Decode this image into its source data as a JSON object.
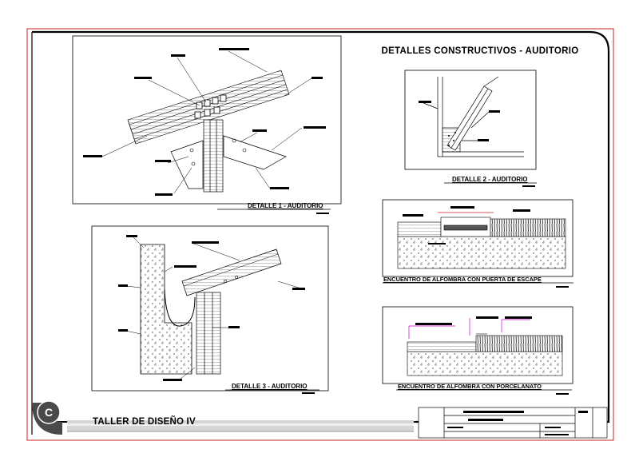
{
  "sheet": {
    "title": "DETALLES CONSTRUCTIVOS - AUDITORIO",
    "footer_title": "TALLER DE DISEÑO IV",
    "logo_letter": "C"
  },
  "details": [
    {
      "label": "DETALLE 1 - AUDITORIO"
    },
    {
      "label": "DETALLE 2 - AUDITORIO"
    },
    {
      "label": "DETALLE 3 - AUDITORIO"
    },
    {
      "label": "ENCUENTRO DE ALFOMBRA CON PUERTA DE ESCAPE"
    },
    {
      "label": "ENCUENTRO DE ALFOMBRA CON PORCELANATO"
    }
  ],
  "colors": {
    "border_red": "#cc2222",
    "annotation_magenta": "#cc00cc",
    "footer_band": "#cfcfcf",
    "logo_dark": "#4a4a4a"
  }
}
